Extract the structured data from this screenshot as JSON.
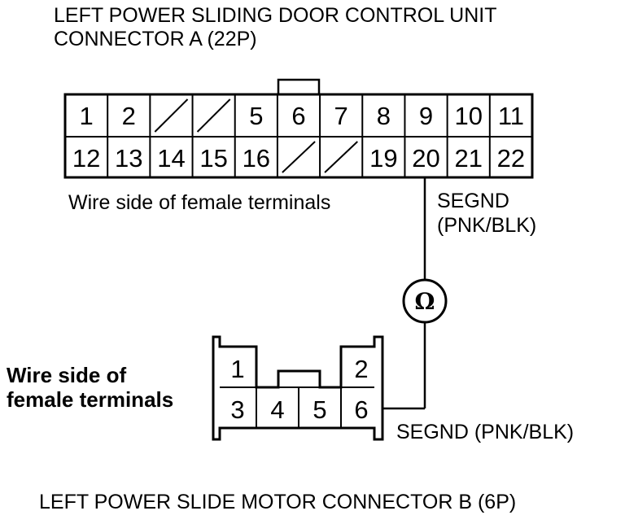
{
  "title_top": {
    "line1": "LEFT POWER SLIDING DOOR CONTROL UNIT",
    "line2": "CONNECTOR A (22P)"
  },
  "connector_a": {
    "terminals_row1": [
      "1",
      "2",
      "",
      "",
      "5",
      "6",
      "7",
      "8",
      "9",
      "10",
      "11"
    ],
    "terminals_row2": [
      "12",
      "13",
      "14",
      "15",
      "16",
      "",
      "",
      "19",
      "20",
      "21",
      "22"
    ],
    "empty_cells": [
      "row1-col3",
      "row1-col4",
      "row2-col6",
      "row2-col7"
    ],
    "caption": "Wire side of female terminals",
    "signal_label_line1": "SEGND",
    "signal_label_line2": "(PNK/BLK)"
  },
  "meter": {
    "symbol": "Ω",
    "icon": "ohmmeter-icon"
  },
  "connector_b": {
    "terminals_row1": [
      "1",
      "",
      "",
      "2"
    ],
    "terminals_row2": [
      "3",
      "4",
      "5",
      "6"
    ],
    "caption_line1": "Wire side of",
    "caption_line2": "female terminals",
    "signal_label": "SEGND (PNK/BLK)"
  },
  "title_bottom": "LEFT POWER SLIDE MOTOR CONNECTOR B (6P)"
}
